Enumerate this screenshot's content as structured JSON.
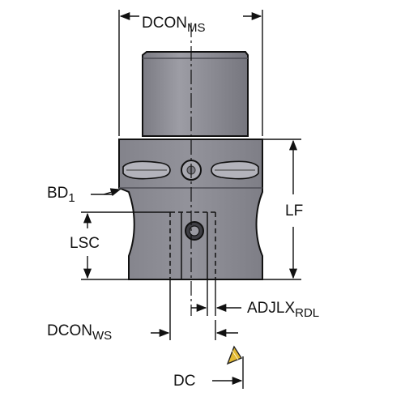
{
  "colors": {
    "body_fill": "#8d8d95",
    "body_dark": "#6a6a72",
    "body_light": "#a4a4ac",
    "line": "#111111",
    "insert": "#e2b933"
  },
  "labels": {
    "dcon_ms": {
      "main": "DCON",
      "sub": "MS"
    },
    "bd": {
      "main": "BD",
      "sub": "1"
    },
    "lf": {
      "main": "LF"
    },
    "lsc": {
      "main": "LSC"
    },
    "adjlx": {
      "main": "ADJLX",
      "sub": "RDL"
    },
    "dcon_ws": {
      "main": "DCON",
      "sub": "WS"
    },
    "dc": {
      "main": "DC"
    }
  }
}
